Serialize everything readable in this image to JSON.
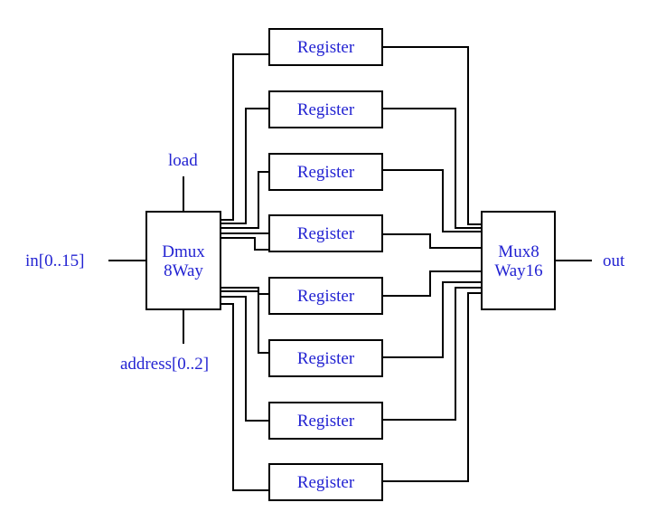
{
  "colors": {
    "text": "#2323d2",
    "line": "#000000",
    "fill": "#ffffff"
  },
  "inputs": {
    "in": "in[0..15]",
    "load": "load",
    "address": "address[0..2]"
  },
  "output": {
    "out": "out"
  },
  "dmux": {
    "line1": "Dmux",
    "line2": "8Way"
  },
  "mux": {
    "line1": "Mux8",
    "line2": "Way16"
  },
  "registers": [
    "Register",
    "Register",
    "Register",
    "Register",
    "Register",
    "Register",
    "Register",
    "Register"
  ]
}
